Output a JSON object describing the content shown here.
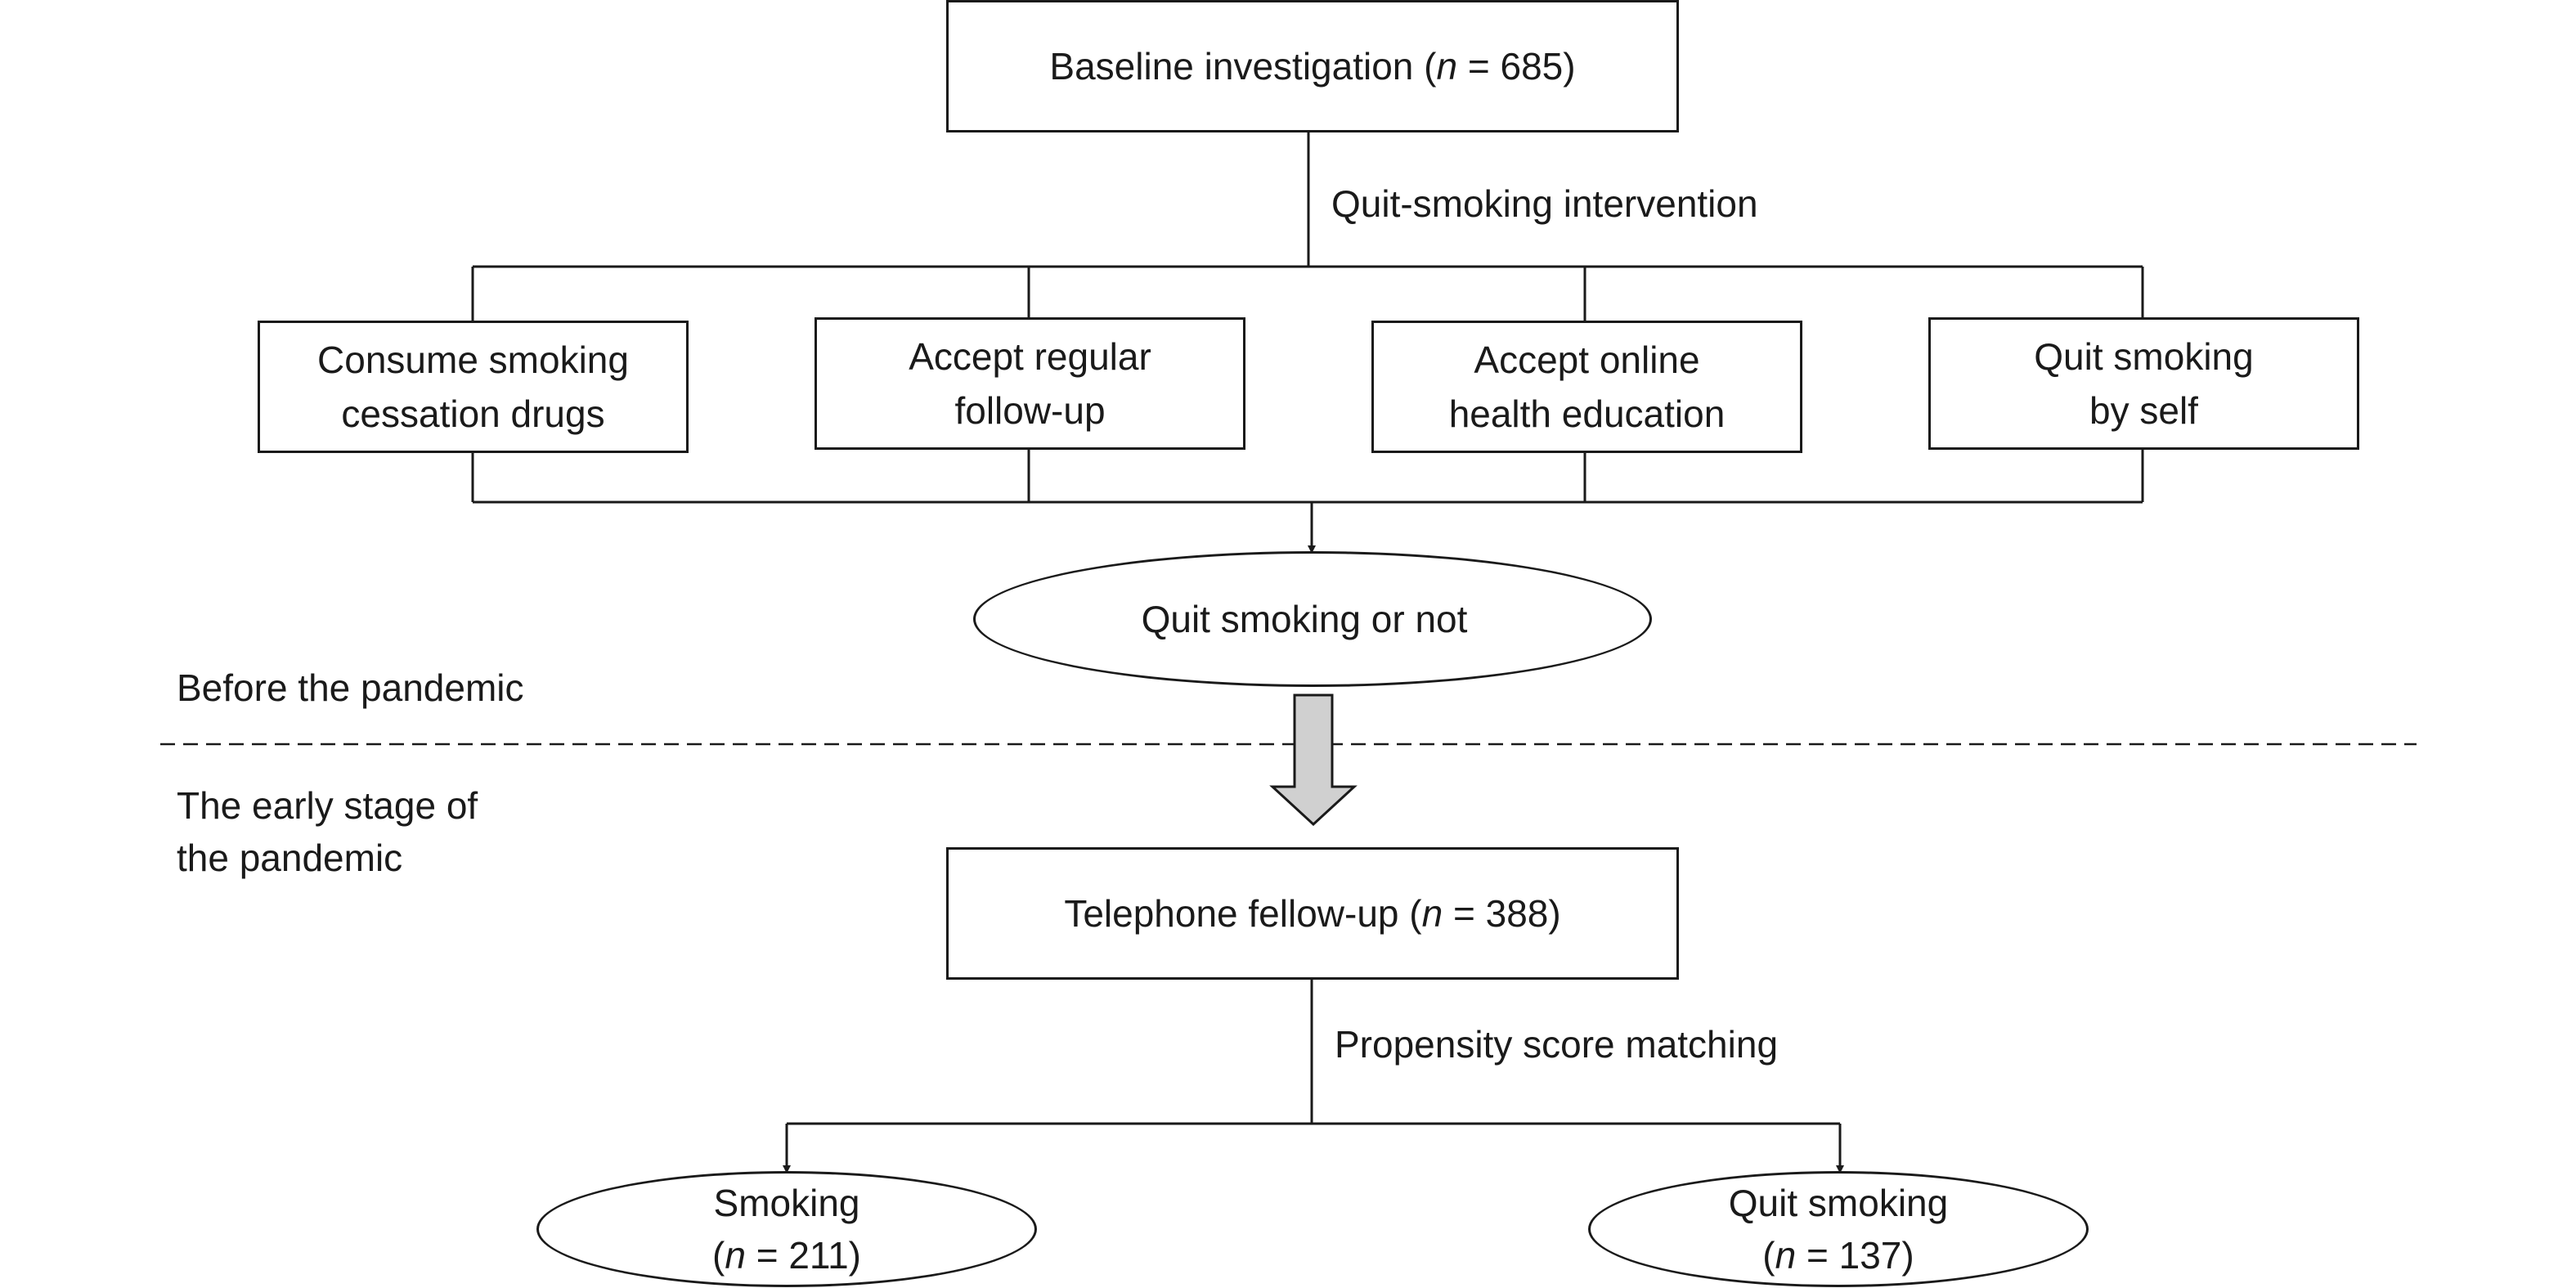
{
  "baseline": {
    "text": "Baseline investigation  ",
    "n_label": "n",
    "n_value": " = 685)",
    "open_paren": "("
  },
  "intervention_label": "Quit-smoking intervention",
  "interventions": [
    {
      "line1": "Consume smoking",
      "line2": "cessation drugs"
    },
    {
      "line1": "Accept regular",
      "line2": "follow-up"
    },
    {
      "line1": "Accept online",
      "line2": "health education"
    },
    {
      "line1": "Quit smoking",
      "line2": "by self"
    }
  ],
  "outcome_oval": "Quit smoking or not",
  "phase_before": "Before the pandemic",
  "phase_early": {
    "line1": "The early stage of",
    "line2": "the pandemic"
  },
  "telephone": {
    "text": "Telephone fellow-up  ",
    "open_paren": "(",
    "n_label": "n",
    "n_value": " = 388)"
  },
  "matching_label": "Propensity score matching",
  "groups": [
    {
      "name": "Smoking",
      "open_paren": "(",
      "n_label": "n",
      "n_value": " = 211)"
    },
    {
      "name": "Quit smoking",
      "open_paren": "(",
      "n_label": "n",
      "n_value": " = 137)"
    }
  ],
  "colors": {
    "line": "#1a1a1a",
    "arrow_fill": "#d0d0d0"
  }
}
